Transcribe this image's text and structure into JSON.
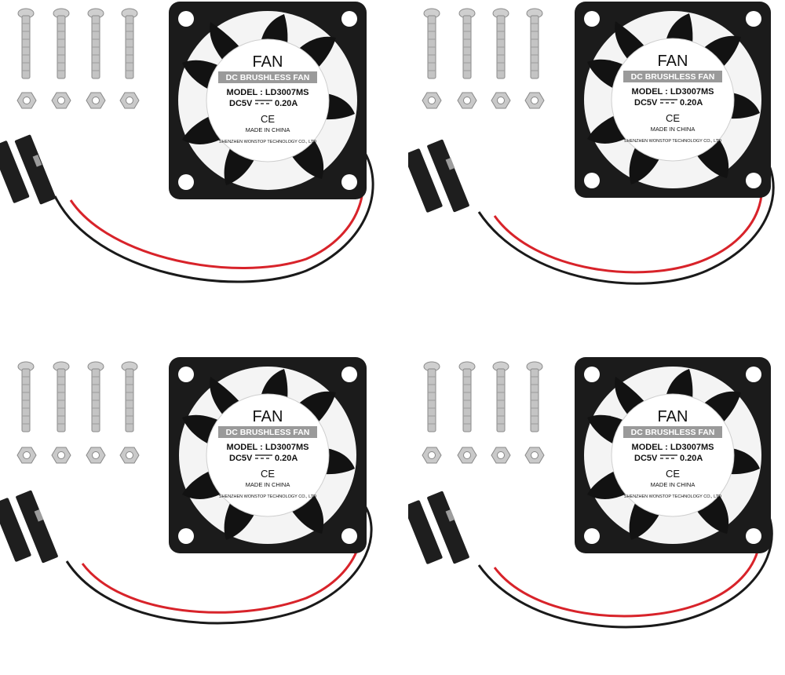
{
  "colors": {
    "background": "#ffffff",
    "fan_frame": "#1b1b1b",
    "blades": "#121212",
    "label_band": "#9a9a9a",
    "wire_red": "#d8232a",
    "wire_black": "#1a1a1a",
    "screw_metal": "#c4c4c4"
  },
  "kits": [
    {
      "fan_label": {
        "title": "FAN",
        "band": "DC BRUSHLESS FAN",
        "model": "MODEL : LD3007MS",
        "voltage": "DC5V",
        "current": "0.20A",
        "cert": "CE",
        "origin": "MADE IN CHINA",
        "maker": "SHENZHEN WONSTOP TECHNOLOGY CO., LTD"
      },
      "screw_count": 4,
      "nut_count": 4,
      "connector_icon": "dupont-connector-icon"
    },
    {
      "fan_label": {
        "title": "FAN",
        "band": "DC BRUSHLESS FAN",
        "model": "MODEL : LD3007MS",
        "voltage": "DC5V",
        "current": "0.20A",
        "cert": "CE",
        "origin": "MADE IN CHINA",
        "maker": "SHENZHEN WONSTOP TECHNOLOGY CO., LTD"
      },
      "screw_count": 4,
      "nut_count": 4,
      "connector_icon": "dupont-connector-icon"
    },
    {
      "fan_label": {
        "title": "FAN",
        "band": "DC BRUSHLESS FAN",
        "model": "MODEL : LD3007MS",
        "voltage": "DC5V",
        "current": "0.20A",
        "cert": "CE",
        "origin": "MADE IN CHINA",
        "maker": "SHENZHEN WONSTOP TECHNOLOGY CO., LTD"
      },
      "screw_count": 4,
      "nut_count": 4,
      "connector_icon": "dupont-connector-icon"
    },
    {
      "fan_label": {
        "title": "FAN",
        "band": "DC BRUSHLESS FAN",
        "model": "MODEL : LD3007MS",
        "voltage": "DC5V",
        "current": "0.20A",
        "cert": "CE",
        "origin": "MADE IN CHINA",
        "maker": "SHENZHEN WONSTOP TECHNOLOGY CO., LTD"
      },
      "screw_count": 4,
      "nut_count": 4,
      "connector_icon": "dupont-connector-icon"
    }
  ]
}
